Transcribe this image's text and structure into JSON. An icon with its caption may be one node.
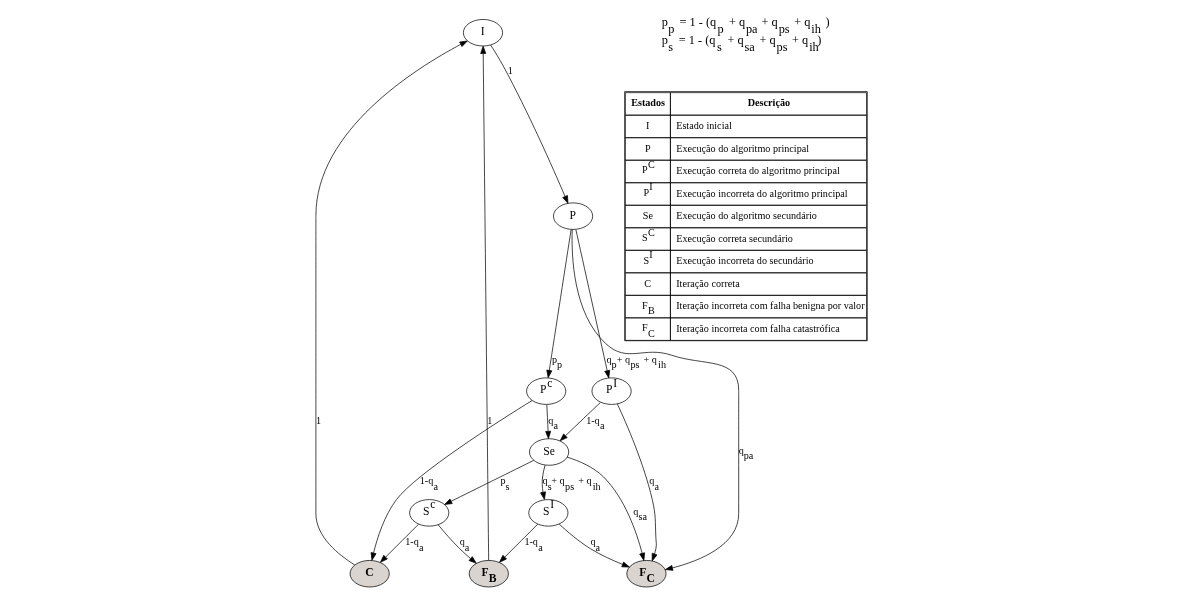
{
  "diagram": {
    "nodes": [
      {
        "text": [
          "I"
        ]
      },
      {
        "text": [
          "P"
        ]
      },
      {
        "text": [
          "P$^{c}$"
        ]
      },
      {
        "text": [
          "P$^{I}$"
        ]
      },
      {
        "text": [
          "Se"
        ]
      },
      {
        "text": [
          "F$_{C}$"
        ]
      },
      {
        "text": [
          "C"
        ]
      },
      {
        "text": [
          "S$^{c}$"
        ]
      },
      {
        "text": [
          "S$^{I}$"
        ]
      },
      {
        "text": [
          "F$_{B}$"
        ]
      }
    ],
    "edges": [
      {
        "from": 0,
        "to": 1,
        "arrow": "to",
        "label": "1"
      },
      {
        "from": 1,
        "to": 2,
        "arrow": "to",
        "label": "p$_{p}$"
      },
      {
        "from": 1,
        "to": 3,
        "arrow": "to",
        "label": "q$_{p}$+ q$_{ps}$ + q$_{ih}$"
      },
      {
        "from": 1,
        "to": 5,
        "arrow": "to",
        "label": "q$_{pa}$"
      },
      {
        "from": 2,
        "to": 6,
        "arrow": "to",
        "label": "1-q$_{a}$"
      },
      {
        "from": 2,
        "to": 4,
        "arrow": "to",
        "label": "q$_{a}$"
      },
      {
        "from": 3,
        "to": 4,
        "arrow": "to",
        "label": "1-q$_{a}$"
      },
      {
        "from": 3,
        "to": 5,
        "arrow": "to",
        "label": "q$_{a}$"
      },
      {
        "from": 4,
        "to": 5,
        "arrow": "to",
        "label": "q$_{sa}$"
      },
      {
        "from": 4,
        "to": 7,
        "arrow": "to",
        "label": "p$_{s}$"
      },
      {
        "from": 4,
        "to": 8,
        "arrow": "to",
        "label": "q$_{s}$+ q$_{ps}$ + q$_{ih}$"
      },
      {
        "from": 7,
        "to": 6,
        "arrow": "to",
        "label": "1-q$_{a}$"
      },
      {
        "from": 7,
        "to": 9,
        "arrow": "to",
        "label": "q$_{a}$"
      },
      {
        "from": 8,
        "to": 5,
        "arrow": "to",
        "label": "q$_{a}$"
      },
      {
        "from": 8,
        "to": 9,
        "arrow": "to",
        "label": "1-q$_{a}$"
      },
      {
        "from": 6,
        "to": 0,
        "arrow": "to",
        "label": "1"
      },
      {
        "from": 9,
        "to": 0,
        "arrow": "to",
        "label": "1"
      }
    ],
    "labels": [
      "p$_{p}$ = 1 - (q$_{p}$ + q$_{pa}$ + q$_{ps}$ + q$_{ih}$ )",
      "p$_{s}$ = 1 - (q$_{s}$ + q$_{sa}$ + q$_{ps}$ + q$_{ih}$)",
      "Estados",
      "Descrição",
      "I",
      "Estado inicial",
      "P",
      "Execução do algoritmo principal",
      "P$^{C}$",
      "Execução correta do algoritmo principal",
      "P$^{I}$",
      "Execução incorreta do algoritmo principal",
      "Se",
      "Execução do algoritmo secundário",
      "S$^{C}$",
      "Execução correta secundário",
      "S$^{I}$",
      "Execução incorreta do secundário",
      "C",
      "Iteração correta",
      "F$_{B}$",
      "Iteração incorreta com falha benigna por valor",
      "F$_{C}$",
      "Iteração incorreta com falha catastrófica"
    ]
  }
}
